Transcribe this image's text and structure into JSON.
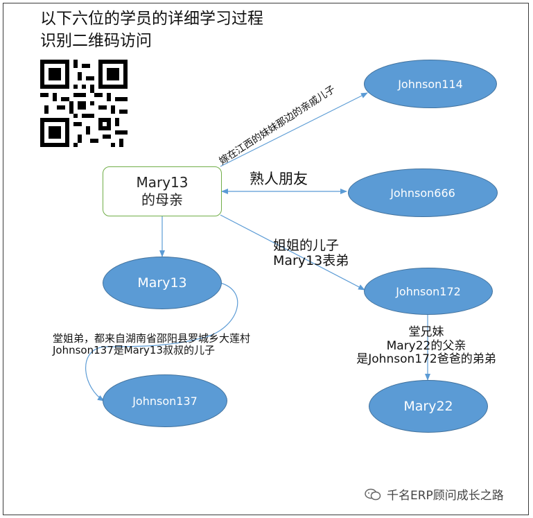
{
  "header": {
    "title": "以下六位的学员的详细学习过程",
    "subtitle": "识别二维码访问"
  },
  "nodes": {
    "mary13_mother": {
      "line1": "Mary13",
      "line2": "的母亲"
    },
    "johnson114": "Johnson114",
    "johnson666": "Johnson666",
    "mary13": "Mary13",
    "johnson172": "Johnson172",
    "johnson137": "Johnson137",
    "mary22": "Mary22"
  },
  "edges": {
    "to_johnson114": "嫁在江西的妹妹那边的亲戚儿子",
    "to_johnson666": "熟人朋友",
    "to_johnson172": {
      "line1": "姐姐的儿子",
      "line2": "Mary13表弟"
    },
    "mary13_to_johnson137": {
      "line1": "堂姐弟，都来自湖南省邵阳县罗城乡大莲村",
      "line2": "Johnson137是Mary13叔叔的儿子"
    },
    "johnson172_to_mary22": {
      "line1": "堂兄妹",
      "line2": "Mary22的父亲",
      "line3": "是Johnson172爸爸的弟弟"
    }
  },
  "watermark": "千名ERP顾问成长之路",
  "colors": {
    "node_fill": "#5b9bd5",
    "node_border": "#41719c",
    "rect_border": "#70ad47",
    "arrow": "#5b9bd5"
  },
  "icons": {
    "qr": "qr-code-icon",
    "watermark": "wechat-icon"
  }
}
